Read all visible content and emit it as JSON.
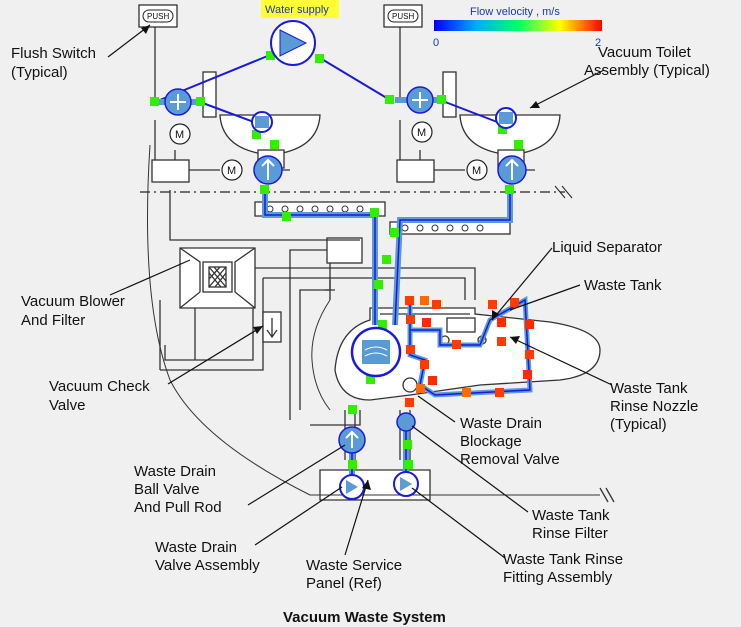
{
  "title": "Vacuum Waste System",
  "water_supply": "Water supply",
  "legend": {
    "title": "Flow velocity , m/s",
    "min": "0",
    "max": "2",
    "colors": [
      "#0000ff",
      "#00aaff",
      "#00ff66",
      "#ffff00",
      "#ff0000"
    ]
  },
  "push_label": "PUSH",
  "motor_label": "M",
  "labels": {
    "flush_switch_1": "Flush Switch",
    "flush_switch_2": "(Typical)",
    "toilet_1": "Vacuum Toilet",
    "toilet_2": "Assembly (Typical)",
    "liquid_separator": "Liquid Separator",
    "waste_tank": "Waste Tank",
    "blower_1": "Vacuum Blower",
    "blower_2": "And Filter",
    "check_1": "Vacuum Check",
    "check_2": "Valve",
    "rinse_nozzle_1": "Waste Tank",
    "rinse_nozzle_2": "Rinse Nozzle",
    "rinse_nozzle_3": "(Typical)",
    "blockage_1": "Waste Drain",
    "blockage_2": "Blockage",
    "blockage_3": "Removal Valve",
    "ball_valve_1": "Waste Drain",
    "ball_valve_2": "Ball Valve",
    "ball_valve_3": "And Pull Rod",
    "drain_valve_1": "Waste Drain",
    "drain_valve_2": "Valve Assembly",
    "service_panel_1": "Waste Service",
    "service_panel_2": "Panel (Ref)",
    "rinse_filter_1": "Waste Tank",
    "rinse_filter_2": "Rinse Filter",
    "rinse_fitting_1": "Waste Tank Rinse",
    "rinse_fitting_2": "Fitting Assembly"
  }
}
